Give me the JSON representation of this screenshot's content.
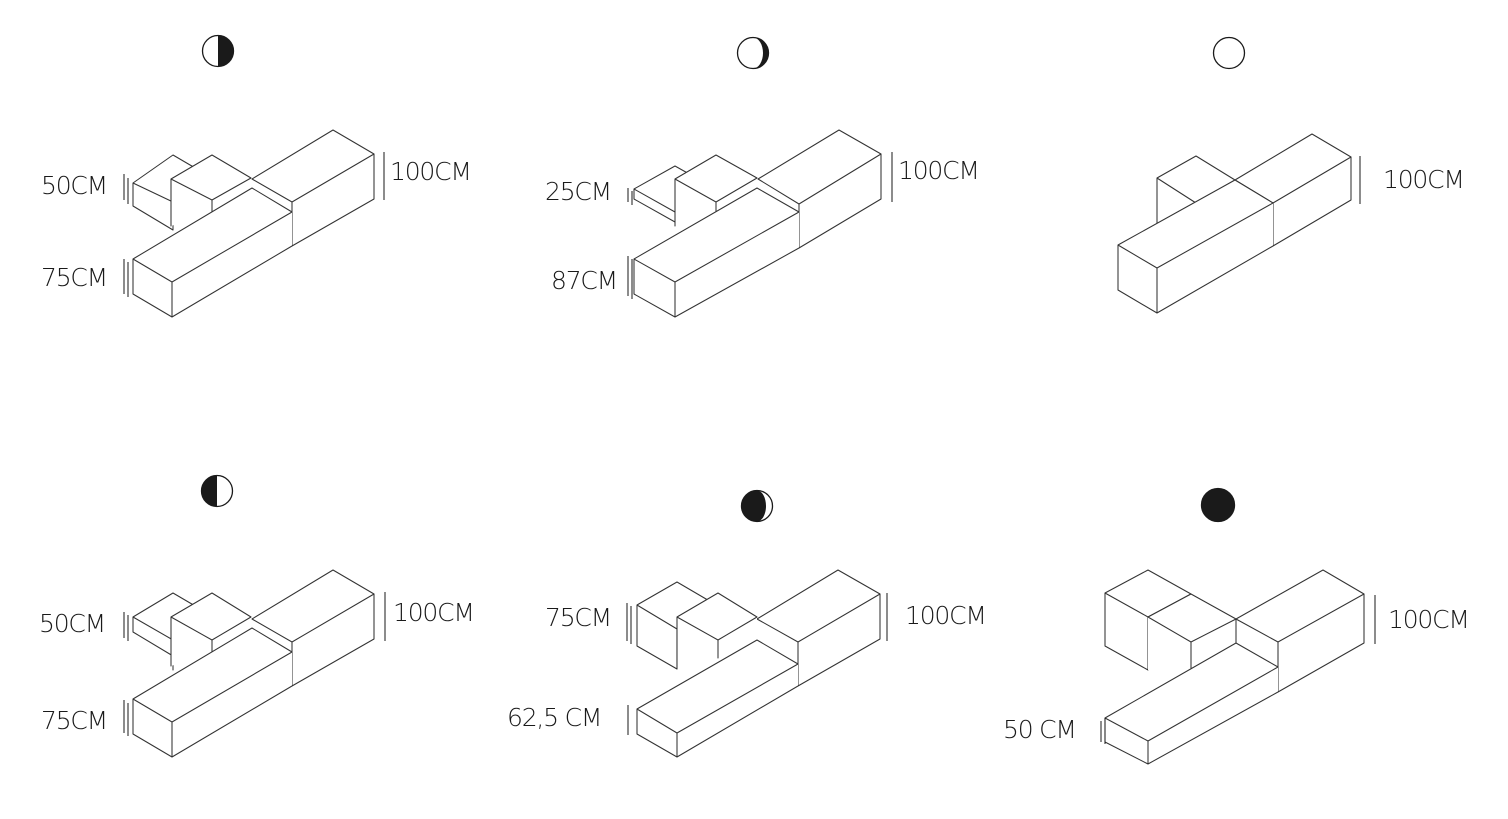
{
  "colors": {
    "line": "#333333",
    "ink": "#1a1a1a",
    "background": "#ffffff"
  },
  "configurations": [
    {
      "id": "first-quarter",
      "moon_phase": "first-quarter",
      "moon_icon": "half-moon-right-dark-icon",
      "labels": {
        "top_left": "50CM",
        "bottom_left": "75CM",
        "right": "100CM"
      }
    },
    {
      "id": "waxing-crescent",
      "moon_phase": "waxing-crescent",
      "moon_icon": "crescent-moon-icon",
      "labels": {
        "top_left": "25CM",
        "bottom_left": "87CM",
        "right": "100CM"
      }
    },
    {
      "id": "new-moon-outline",
      "moon_phase": "outline",
      "moon_icon": "empty-circle-icon",
      "labels": {
        "right": "100CM"
      }
    },
    {
      "id": "last-quarter",
      "moon_phase": "last-quarter",
      "moon_icon": "half-moon-left-dark-icon",
      "labels": {
        "top_left": "50CM",
        "bottom_left": "75CM",
        "right": "100CM"
      }
    },
    {
      "id": "waning-gibbous",
      "moon_phase": "waning-gibbous",
      "moon_icon": "gibbous-moon-icon",
      "labels": {
        "top_left": "75CM",
        "bottom_left": "62,5 CM",
        "right": "100CM"
      }
    },
    {
      "id": "full-dark",
      "moon_phase": "full",
      "moon_icon": "filled-circle-icon",
      "labels": {
        "bottom_left": "50 CM",
        "right": "100CM"
      }
    }
  ]
}
